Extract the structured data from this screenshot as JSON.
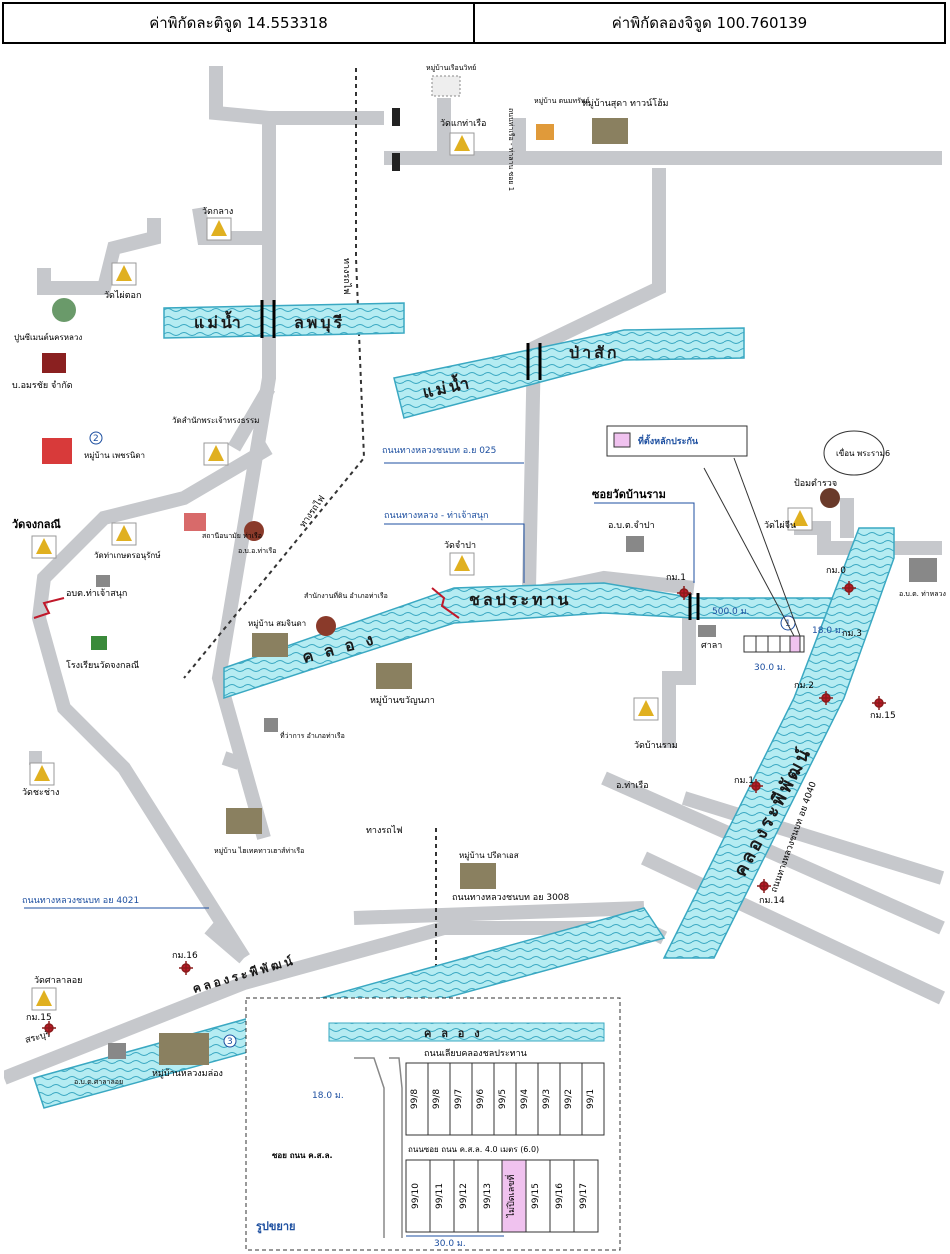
{
  "header": {
    "lat_label": "ค่าพิกัดละติจูด 14.553318",
    "lng_label": "ค่าพิกัดลองจิจูด 100.760139"
  },
  "rivers": {
    "pasak": [
      "แม่น้ำ",
      "ป่าสัก"
    ],
    "lopburi": [
      "แม่น้ำ",
      "ลพบุรี"
    ],
    "khlong_chonprathan": "ชลประทาน",
    "khlong_chonprathan_left": "ค ล อ ง",
    "khlong_raphiphat": "คลองระพีพัฒน์",
    "khlong_raphiphat_lower": "คลองระพีพัฒน์",
    "klong_inset": "ค ล อ ง"
  },
  "roads": {
    "rural_025": "ถนนทางหลวงชนบท อ.ย 025",
    "highway_thajaosanuk": "ถนนทางหลวง - ท่าเจ้าสนุก",
    "soi_wat_banram": "ซอยวัดบ้านราม",
    "rural_4040": "ถนนทางหลวงชนบท อย 4040",
    "rural_4021": "ถนนทางหลวงชนบท อย 4021",
    "rural_3008": "ถนนทางหลวงชนบท อย 3008",
    "railway_1": "ทางรถไฟ",
    "railway_2": "ทางรถไฟ",
    "railway_3": "ทางรถไฟ",
    "tha_ruea": "อ.ท่าเรือ",
    "saraburi": "สระบุรี",
    "tha_ruea_road": "ถนนท่าเรือ - ท่าลาน ซอย 1"
  },
  "places": {
    "wat_tharuea": "วัดแกท่าเรือ",
    "mb_hospital": "หมู่บ้านเรือนวิทย์",
    "mb_sonsap": "หมู่บ้าน ตนมทรัพย์",
    "mb_suda": "หมู่บ้านสุดา ทาวน์โฮ้ม",
    "wat_klang": "วัดกลาง",
    "wat_phaitong": "วัดไผ่ตอก",
    "cement": "ปูนซีเมนต์นครหลวง",
    "company": "บ.อมรชัย จำกัด",
    "wat_samnak": "วัดสำนักพระเจ้าทรงธรรม",
    "mb_petch": "หมู่บ้าน เพชรนิดา",
    "wat_jongkolnee": "วัดจงกลณี",
    "wat_tannan": "วัดท่าเกษตรอนุรักษ์",
    "obt_thajaosanuk": "อบต.ท่าเจ้าสนุก",
    "rongrian": "โรงเรียนวัดจงกลณี",
    "ob_tharuea": "อ.บ.อ.ท่าเรือ",
    "sathani": "สถานีอนามัย ท่าเรือ",
    "mb_samwian": "หมู่บ้าน สมจินดา",
    "samnak_thidin": "สำนักงานที่ดิน อำเภอท่าเรือ",
    "wat_jampa": "วัดจำปา",
    "mb_kwanta": "หมู่บ้านขวัญนภา",
    "thi_wakan": "ที่ว่าการ อำเภอท่าเรือ",
    "obt_jampa": "อ.บ.ต.จำปา",
    "wat_banram": "วัดบ้านราม",
    "wat_phaichan": "วัดไผ่จีน",
    "pom_tamruat": "ป้อมตำรวจ",
    "kuen_phrasai": "เขื่อน พระราม6",
    "obt_thaluang": "อ.บ.ต. ท่าหลวง",
    "sala": "ศาลา",
    "mb_pungnang": "หมู่บ้าน ปรีดาเอส",
    "mb_hitech": "หมู่บ้าน ไฮเทคทาวเฮาส์ท่าเรือ",
    "wat_phaigaew": "วัดชะช่าง",
    "wat_salathon": "วัดศาลาลอย",
    "mb_luangmong": "หมู่บ้านหลวงมล่อง",
    "obt_salaloy": "อ.บ.ต.ศาลาลอย",
    "collateral_legend": "ที่ตั้งหลักประกัน"
  },
  "km_markers": {
    "km0": "กม.0",
    "km1": "กม.1",
    "km2": "กม.2",
    "km3": "กม.3",
    "km1b": "กม.1",
    "km14": "กม.14",
    "km15": "กม.15",
    "km15b": "กม.15",
    "km16": "กม.16"
  },
  "measurements": {
    "m500": "500.0 ม.",
    "m18": "18.0 ม.",
    "m30": "30.0 ม.",
    "m18_inset": "18.0 ม.",
    "m30_inset": "30.0 ม."
  },
  "numbered_circles": [
    "1",
    "2",
    "3"
  ],
  "inset": {
    "title": "รูปขยาย",
    "road_top": "ถนนเลียบคลองชลประทาน",
    "road_mid": "ถนนซอย  ถนน ค.ส.ล. 4.0 เมตร (6.0)",
    "soi_label": "ซอย ถนน ค.ส.ล.",
    "lots_top": [
      "99/8",
      "99/8",
      "99/7",
      "99/6",
      "99/5",
      "99/4",
      "99/3",
      "99/2",
      "99/1"
    ],
    "lots_bottom": [
      "99/10",
      "99/11",
      "99/12",
      "99/13",
      "ไม่ปิดเลขที่",
      "99/15",
      "99/16",
      "99/17"
    ]
  },
  "colors": {
    "water": "#b5ecf2",
    "water_stroke": "#3aa8c2",
    "road": "#c6c8cc",
    "collateral": "#f0c2ef",
    "accent_blue": "#1d4fa0",
    "marker_red": "#c0182a"
  }
}
